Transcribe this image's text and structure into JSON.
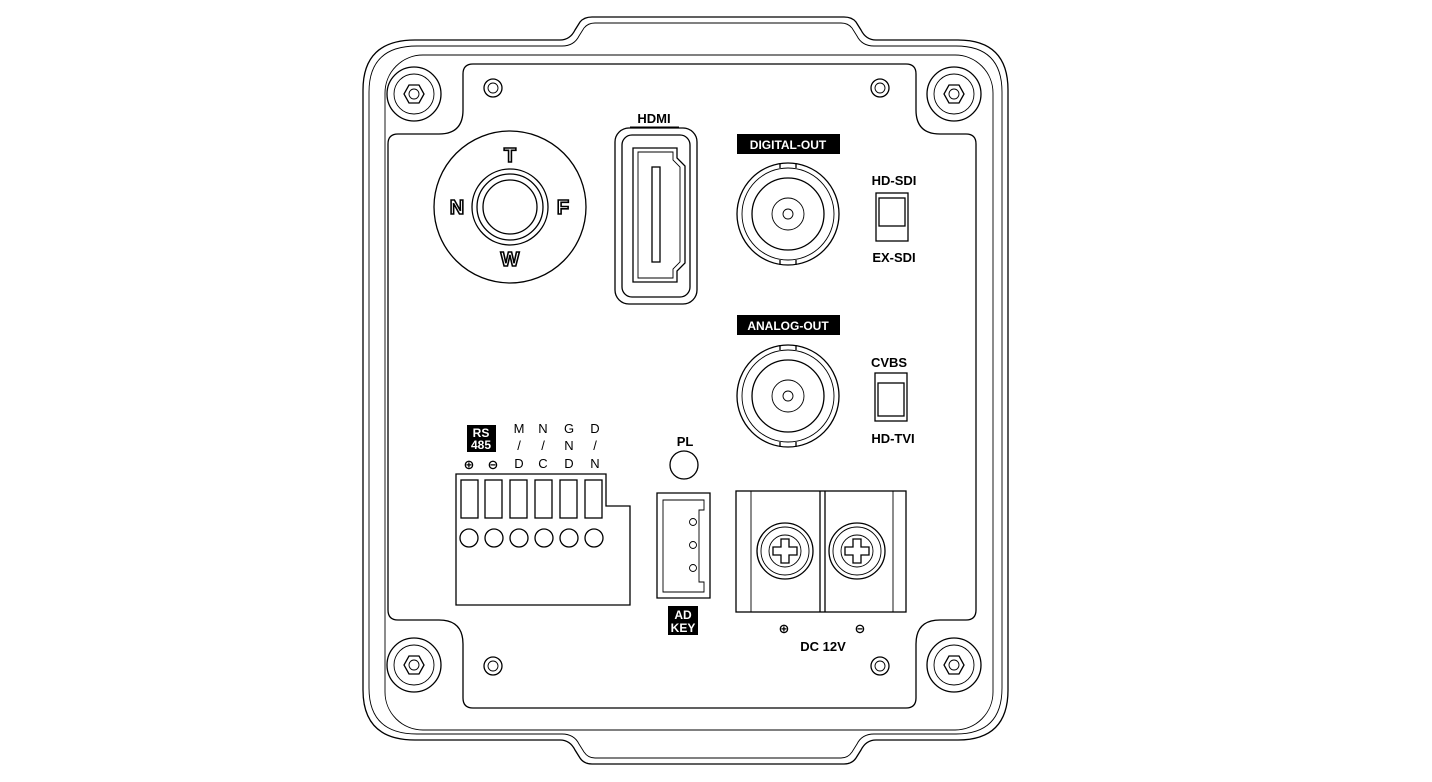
{
  "labels": {
    "hdmi": "HDMI",
    "digital_out": "DIGITAL-OUT",
    "hd_sdi": "HD-SDI",
    "ex_sdi": "EX-SDI",
    "analog_out": "ANALOG-OUT",
    "cvbs": "CVBS",
    "hd_tvi": "HD-TVI",
    "pl": "PL",
    "ad": "AD",
    "key": "KEY",
    "dc": "DC 12V",
    "rs": "RS",
    "rs485": "485",
    "plus": "⊕",
    "minus": "⊖"
  },
  "focus_dial": {
    "t": "T",
    "f": "F",
    "w": "W",
    "n": "N"
  },
  "terminal_pins": [
    [
      "M",
      "/",
      "D"
    ],
    [
      "N",
      "/",
      "C"
    ],
    [
      "G",
      "N",
      "D"
    ],
    [
      "D",
      "/",
      "N"
    ]
  ],
  "rs485_pins": [
    "⊕",
    "⊖"
  ],
  "power_terminals": [
    "⊕",
    "⊖"
  ]
}
